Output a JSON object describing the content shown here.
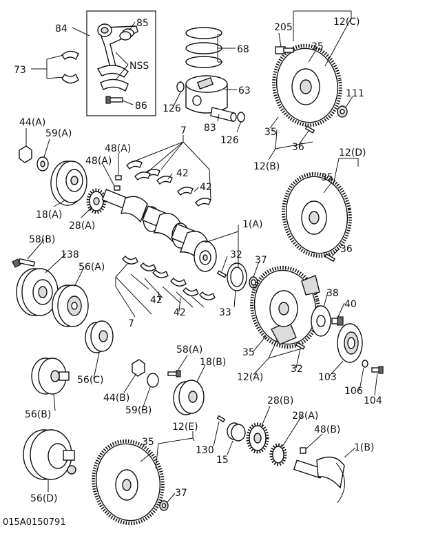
{
  "figure_id": "015A0150791",
  "labels": {
    "l84": "84",
    "l85": "85",
    "lNSS": "NSS",
    "l86": "86",
    "l73": "73",
    "l68": "68",
    "l63": "63",
    "l126a": "126",
    "l83": "83",
    "l126b": "126",
    "l205": "205",
    "l12C": "12(C)",
    "l35a": "35",
    "l111": "111",
    "l35b": "35",
    "l36a": "36",
    "l12B": "12(B)",
    "l12D": "12(D)",
    "l35c": "35",
    "l36b": "36",
    "l44A": "44(A)",
    "l59A": "59(A)",
    "l48Aa": "48(A)",
    "l48Ab": "48(A)",
    "l7a": "7",
    "l42a": "42",
    "l42b": "42",
    "l18A": "18(A)",
    "l28A": "28(A)",
    "l1A": "1(A)",
    "l32a": "32",
    "l37a": "37",
    "l33": "33",
    "l58B": "58(B)",
    "l138": "138",
    "l56A": "56(A)",
    "l42c": "42",
    "l42d": "42",
    "l7b": "7",
    "l38": "38",
    "l40": "40",
    "l35d": "35",
    "l12A": "12(A)",
    "l32b": "32",
    "l103": "103",
    "l106": "106",
    "l104": "104",
    "l56C": "56(C)",
    "l56B": "56(B)",
    "l58A": "58(A)",
    "l18B": "18(B)",
    "l44B": "44(B)",
    "l59B": "59(B)",
    "l12E": "12(E)",
    "l35e": "35",
    "l130": "130",
    "l15": "15",
    "l28B": "28(B)",
    "l28Ab": "28(A)",
    "l48B": "48(B)",
    "l1B": "1(B)",
    "l56D": "56(D)",
    "l37b": "37"
  }
}
